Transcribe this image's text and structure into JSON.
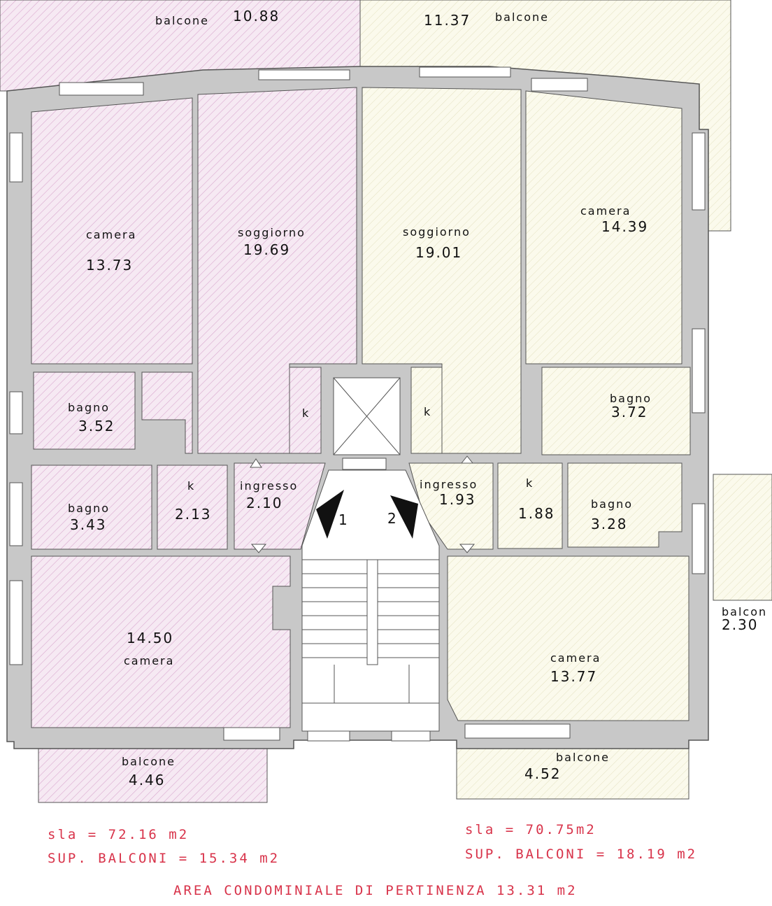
{
  "colors": {
    "unit1_fill": "#f6e9f3",
    "unit1_hatch": "#d9a9cf",
    "unit2_fill": "#fbfaec",
    "unit2_hatch": "#e3e0bf",
    "wall": "#c8c8c8",
    "wall_line": "#555555",
    "annotation": "#d8334a"
  },
  "balconies": {
    "top_left": {
      "label": "balcone",
      "area": "10.88"
    },
    "top_right": {
      "label": "balcone",
      "area": "11.37"
    },
    "right": {
      "label": "balcon",
      "area": "2.30"
    },
    "bottom_left": {
      "label": "balcone",
      "area": "4.46"
    },
    "bottom_right": {
      "label": "balcone",
      "area": "4.52"
    }
  },
  "rooms": {
    "u1_camera_top": {
      "label": "camera",
      "area": "13.73"
    },
    "u1_soggiorno": {
      "label": "soggiorno",
      "area": "19.69"
    },
    "u2_soggiorno": {
      "label": "soggiorno",
      "area": "19.01"
    },
    "u2_camera_top": {
      "label": "camera",
      "area": "14.39"
    },
    "u1_bagno_upper": {
      "label": "bagno",
      "area": "3.52"
    },
    "u1_k_upper": {
      "label": "k"
    },
    "u2_k_upper": {
      "label": "k"
    },
    "u2_bagno_upper": {
      "label": "bagno",
      "area": "3.72"
    },
    "u1_bagno_lower": {
      "label": "bagno",
      "area": "3.43"
    },
    "u1_k_lower": {
      "label": "k",
      "area": "2.13"
    },
    "u1_ingresso": {
      "label": "ingresso",
      "area": "2.10"
    },
    "u2_ingresso": {
      "label": "ingresso",
      "area": "1.93"
    },
    "u2_k_lower": {
      "label": "k",
      "area": "1.88"
    },
    "u2_bagno_lower": {
      "label": "bagno",
      "area": "3.28"
    },
    "u1_camera_bottom": {
      "label": "camera",
      "area": "14.50"
    },
    "u2_camera_bottom": {
      "label": "camera",
      "area": "13.77"
    }
  },
  "entrances": {
    "unit1": "1",
    "unit2": "2"
  },
  "notes": {
    "left_sla": "sla = 72.16 m2",
    "left_balconi": "SUP. BALCONI = 15.34 m2",
    "right_sla": "sla = 70.75m2",
    "right_balconi": "SUP. BALCONI = 18.19 m2",
    "common_area": "AREA CONDOMINIALE DI PERTINENZA 13.31 m2"
  }
}
